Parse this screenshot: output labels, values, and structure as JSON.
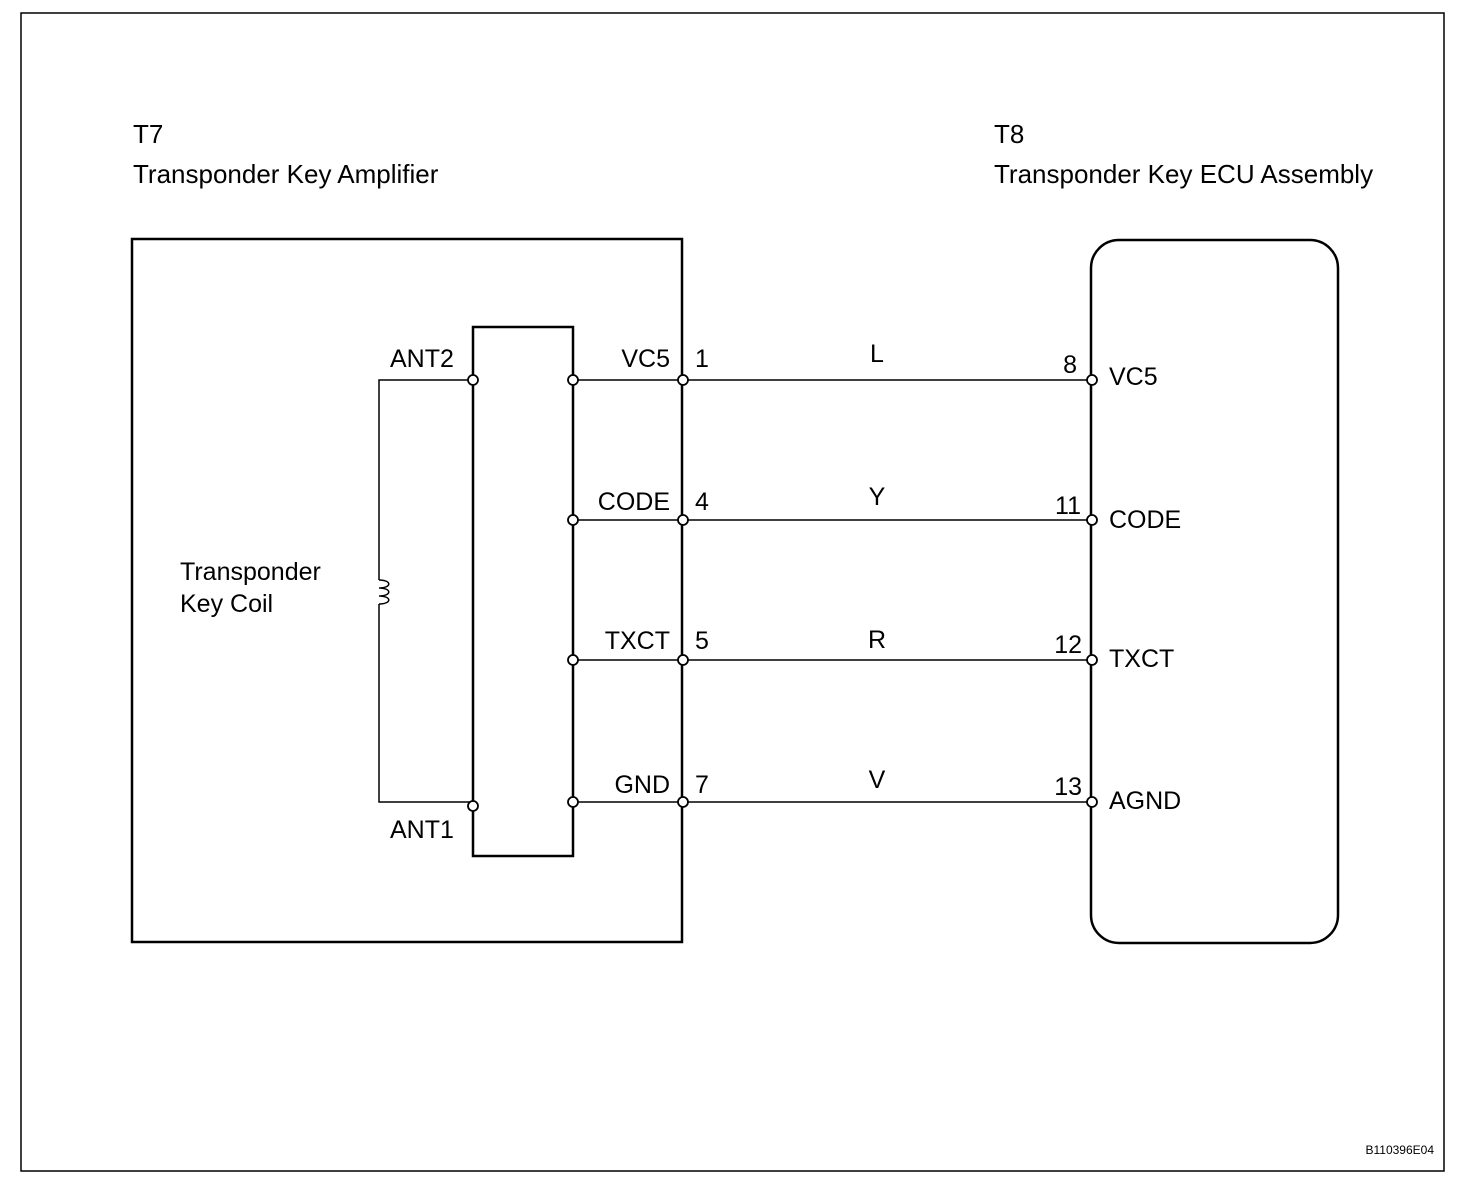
{
  "left_component": {
    "code": "T7",
    "name": "Transponder Key Amplifier",
    "coil_label_line1": "Transponder",
    "coil_label_line2": "Key Coil",
    "ant2": "ANT2",
    "ant1": "ANT1"
  },
  "right_component": {
    "code": "T8",
    "name": "Transponder Key ECU Assembly"
  },
  "wires": [
    {
      "left_terminal": "VC5",
      "left_pin": "1",
      "color": "L",
      "right_pin": "8",
      "right_terminal": "VC5"
    },
    {
      "left_terminal": "CODE",
      "left_pin": "4",
      "color": "Y",
      "right_pin": "11",
      "right_terminal": "CODE"
    },
    {
      "left_terminal": "TXCT",
      "left_pin": "5",
      "color": "R",
      "right_pin": "12",
      "right_terminal": "TXCT"
    },
    {
      "left_terminal": "GND",
      "left_pin": "7",
      "color": "V",
      "right_pin": "13",
      "right_terminal": "AGND"
    }
  ],
  "figure_id": "B110396E04"
}
